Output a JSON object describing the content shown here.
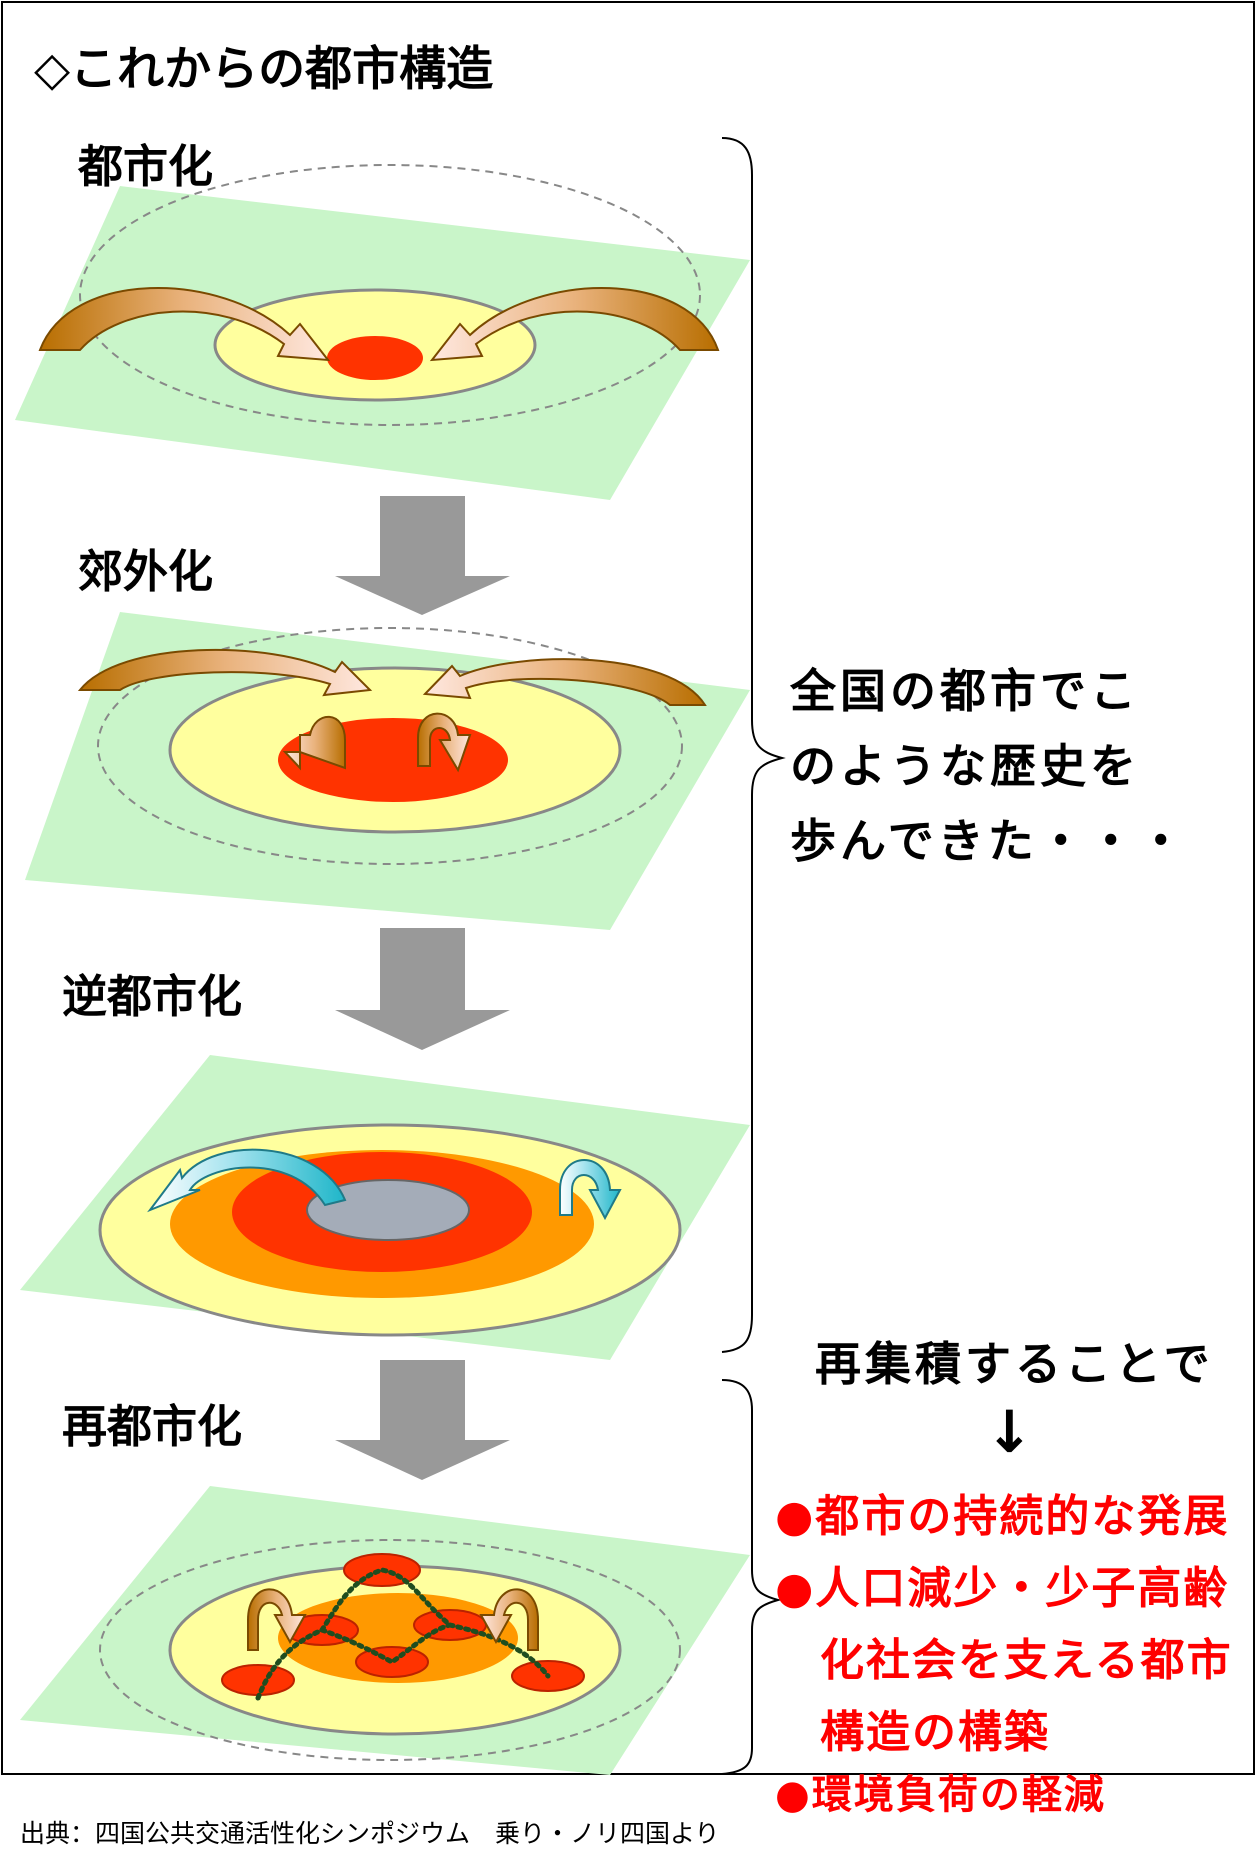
{
  "title": "◇これからの都市構造",
  "stages": [
    {
      "label": "都市化"
    },
    {
      "label": "郊外化"
    },
    {
      "label": "逆都市化"
    },
    {
      "label": "再都市化"
    }
  ],
  "history_note": [
    "全国の都市でこ",
    "のような歴史を",
    "歩んできた・・・"
  ],
  "reconcentration": {
    "lead": "再集積することで",
    "arrow": "↓",
    "benefits": [
      "●都市の持続的な発展",
      "●人口減少・少子高齢",
      "化社会を支える都市",
      "構造の構築",
      "●環境負荷の軽減"
    ]
  },
  "source": "出典：四国公共交通活性化シンポジウム　乗り・ノリ四国より",
  "colors": {
    "land": "#c9f5c9",
    "suburb": "#ffff9e",
    "core": "#ff3300",
    "mid_ring": "#ff9900",
    "hollow_center": "#a4acb8",
    "inflow_arrow": "#c87800",
    "outflow_arrow": "#33c3d6",
    "transit_line": "#1f4d1f",
    "text_red": "#ff0000"
  }
}
